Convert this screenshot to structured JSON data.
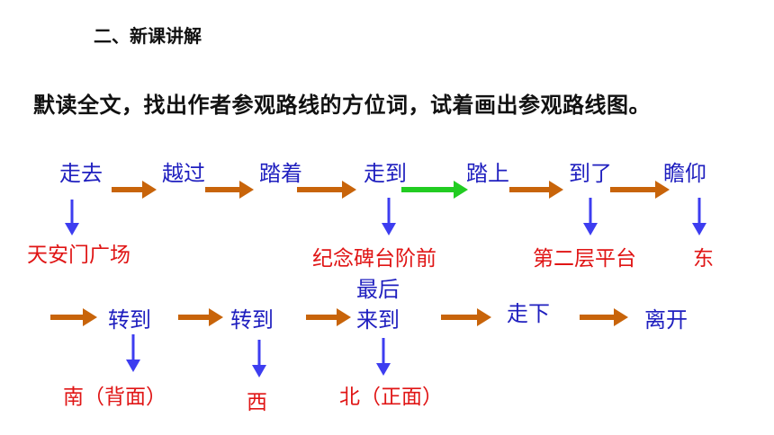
{
  "section_heading": "二、新课讲解",
  "instruction": "默读全文，找出作者参观路线的方位词，试着画出参观路线图。",
  "colors": {
    "verb": "#1f1fbf",
    "place": "#e01515",
    "flow_arrow": "#c8640a",
    "highlight_arrow": "#22cc22",
    "down_arrow": "#3d3df0"
  },
  "route": {
    "row1": {
      "verbs": [
        "走去",
        "越过",
        "踏着",
        "走到",
        "踏上",
        "到了",
        "瞻仰"
      ],
      "places": [
        "天安门广场",
        "纪念碑台阶前",
        "第二层平台",
        "东"
      ]
    },
    "row2": {
      "verbs": [
        "转到",
        "转到",
        "最后",
        "来到",
        "走下",
        "离开"
      ],
      "places": [
        "南（背面）",
        "西",
        "北（正面）"
      ]
    }
  }
}
